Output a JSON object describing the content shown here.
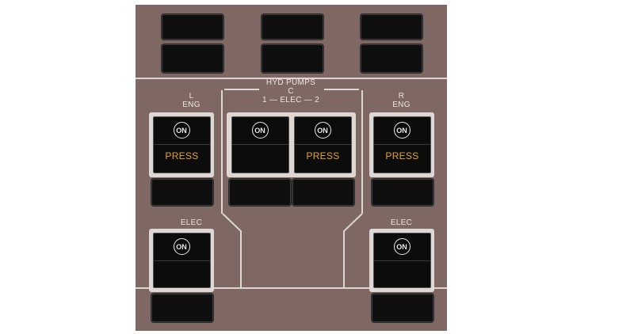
{
  "panel": {
    "title": "HYD PUMPS",
    "subtitle": "C",
    "elec_label": "1 — ELEC — 2",
    "left_eng_label": [
      "L",
      "ENG"
    ],
    "right_eng_label": [
      "R",
      "ENG"
    ],
    "left_elec_label": "ELEC",
    "right_elec_label": "ELEC",
    "switches": {
      "l_eng": {
        "on": "ON",
        "press": "PRESS"
      },
      "c_elec_1": {
        "on": "ON",
        "press": ""
      },
      "c_elec_2": {
        "on": "ON",
        "press": "PRESS"
      },
      "r_eng": {
        "on": "ON",
        "press": "PRESS"
      },
      "l_elec": {
        "on": "ON",
        "press": ""
      },
      "r_elec": {
        "on": "ON",
        "press": ""
      }
    }
  },
  "colors": {
    "panel": "#7f6763",
    "legend": "#ece6e2",
    "press": "#e3a52a",
    "switch": "#0c0c0c"
  }
}
